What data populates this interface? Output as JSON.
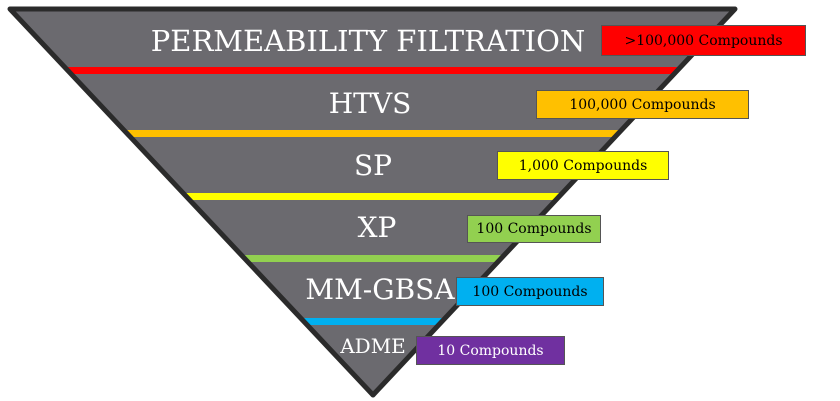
{
  "stages": [
    {
      "name": "PERMEABILITY FILTRATION",
      "count": ">100,000 Compounds",
      "color": "#ff0000",
      "text_color": "#000000"
    },
    {
      "name": "HTVS",
      "count": "100,000 Compounds",
      "color": "#ffc000",
      "text_color": "#000000"
    },
    {
      "name": "SP",
      "count": "1,000 Compounds",
      "color": "#ffff00",
      "text_color": "#000000"
    },
    {
      "name": "XP",
      "count": "100 Compounds",
      "color": "#92d050",
      "text_color": "#000000"
    },
    {
      "name": "MM-GBSA",
      "count": "100 Compounds",
      "color": "#00b0f0",
      "text_color": "#000000"
    },
    {
      "name": "ADME",
      "count": "10 Compounds",
      "color": "#7030a0",
      "text_color": "#ffffff"
    }
  ],
  "colors": {
    "funnel_fill": "#6b6a6f",
    "funnel_outline": "#2b2b2b"
  }
}
